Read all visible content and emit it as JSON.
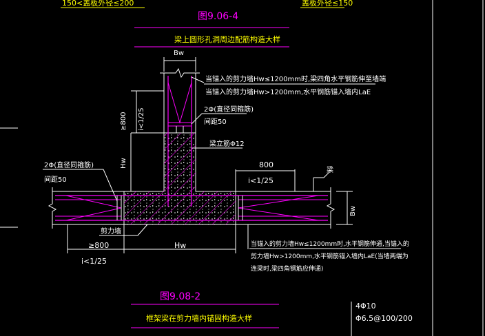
{
  "top_left_partial": "150<盖板外径≤200",
  "top_right_partial": "盖板外径≤150",
  "upper": {
    "figure_no": "图9.06-4",
    "caption": "梁上圆形孔洞周边配筋构造大样",
    "bw": "Bw",
    "ge800": "≥800",
    "slope": "i<1/25",
    "hw": "Hw",
    "note1_line1": "当锚入的剪力墙Hw≤1200mm时,梁四角水平钢筋伸至墙端",
    "note1_line2": "当锚入的剪力墙Hw>1200mm,水平钢筋锚入墙内LaE",
    "stirrup_label": "2Φ(直径同箍筋)",
    "spacing50": "间距50",
    "vertical_bar": "梁立筋Φ12",
    "left_stirrup": "2Φ(直径同箍筋)",
    "left_spacing": "间距50",
    "dim800": "800",
    "slope_right": "i<1/25",
    "beam": "梁",
    "bw_right": "Bw",
    "shear_wall": "剪力墙",
    "ge800_bottom": "≥800",
    "hw_bottom": "Hw",
    "slope_bottom": "i<1/25",
    "note2_line1": "当锚入的剪力墙Hw≤1200mm时,水平钢筋伸通,当锚入的",
    "note2_line2": "剪力墙Hw>1200mm,水平钢筋锚入墙内LaE(当墙两端为",
    "note2_line3": "连梁时,梁四角钢筋应伸通)"
  },
  "lower": {
    "figure_no": "图9.08-2",
    "caption": "框架梁在剪力墙内锚固构造大样",
    "rebar1": "4Φ10",
    "rebar2": "Φ6.5@100/200"
  },
  "colors": {
    "background": "#000000",
    "white_lines": "#ffffff",
    "magenta": "#ff00ff",
    "yellow": "#ffff00",
    "cyan": "#00ffff",
    "green": "#00ff00"
  }
}
